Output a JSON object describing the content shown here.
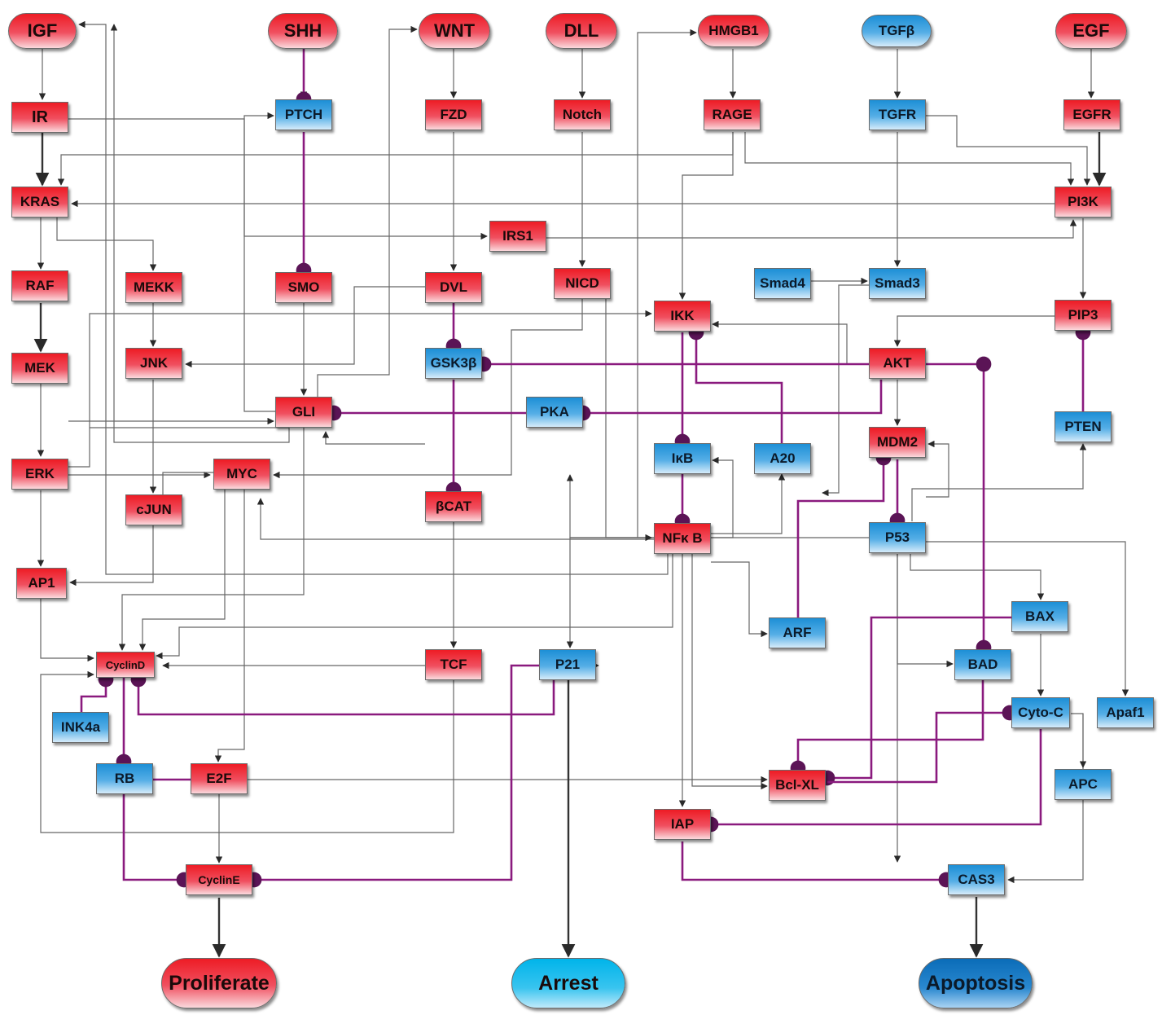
{
  "colors": {
    "activator": "#ee1c25",
    "inhibitor_node": "#1d8fd6",
    "edge": "#555555",
    "inhibition_edge": "#8a1a7e"
  },
  "nodes": [
    {
      "id": "IGF",
      "label": "IGF",
      "kind": "red"
    },
    {
      "id": "SHH",
      "label": "SHH",
      "kind": "red"
    },
    {
      "id": "WNT",
      "label": "WNT",
      "kind": "red"
    },
    {
      "id": "DLL",
      "label": "DLL",
      "kind": "red"
    },
    {
      "id": "HMGB1",
      "label": "HMGB1",
      "kind": "red"
    },
    {
      "id": "TGFB",
      "label": "TGFβ",
      "kind": "blue"
    },
    {
      "id": "EGF",
      "label": "EGF",
      "kind": "red"
    },
    {
      "id": "IR",
      "label": "IR",
      "kind": "red"
    },
    {
      "id": "PTCH",
      "label": "PTCH",
      "kind": "blue"
    },
    {
      "id": "FZD",
      "label": "FZD",
      "kind": "red"
    },
    {
      "id": "Notch",
      "label": "Notch",
      "kind": "red"
    },
    {
      "id": "RAGE",
      "label": "RAGE",
      "kind": "red"
    },
    {
      "id": "TGFR",
      "label": "TGFR",
      "kind": "blue"
    },
    {
      "id": "EGFR",
      "label": "EGFR",
      "kind": "red"
    },
    {
      "id": "KRAS",
      "label": "KRAS",
      "kind": "red"
    },
    {
      "id": "PI3K",
      "label": "PI3K",
      "kind": "red"
    },
    {
      "id": "IRS1",
      "label": "IRS1",
      "kind": "red"
    },
    {
      "id": "RAF",
      "label": "RAF",
      "kind": "red"
    },
    {
      "id": "MEKK",
      "label": "MEKK",
      "kind": "red"
    },
    {
      "id": "SMO",
      "label": "SMO",
      "kind": "red"
    },
    {
      "id": "DVL",
      "label": "DVL",
      "kind": "red"
    },
    {
      "id": "NICD",
      "label": "NICD",
      "kind": "red"
    },
    {
      "id": "Smad4",
      "label": "Smad4",
      "kind": "blue"
    },
    {
      "id": "Smad3",
      "label": "Smad3",
      "kind": "blue"
    },
    {
      "id": "IKK",
      "label": "IKK",
      "kind": "red"
    },
    {
      "id": "PIP3",
      "label": "PIP3",
      "kind": "red"
    },
    {
      "id": "MEK",
      "label": "MEK",
      "kind": "red"
    },
    {
      "id": "JNK",
      "label": "JNK",
      "kind": "red"
    },
    {
      "id": "GSK3B",
      "label": "GSK3β",
      "kind": "blue"
    },
    {
      "id": "AKT",
      "label": "AKT",
      "kind": "red"
    },
    {
      "id": "GLI",
      "label": "GLI",
      "kind": "red"
    },
    {
      "id": "PKA",
      "label": "PKA",
      "kind": "blue"
    },
    {
      "id": "PTEN",
      "label": "PTEN",
      "kind": "blue"
    },
    {
      "id": "IkB",
      "label": "IκB",
      "kind": "blue"
    },
    {
      "id": "A20",
      "label": "A20",
      "kind": "blue"
    },
    {
      "id": "MDM2",
      "label": "MDM2",
      "kind": "red"
    },
    {
      "id": "ERK",
      "label": "ERK",
      "kind": "red"
    },
    {
      "id": "MYC",
      "label": "MYC",
      "kind": "red"
    },
    {
      "id": "cJUN",
      "label": "cJUN",
      "kind": "red"
    },
    {
      "id": "BCAT",
      "label": "βCAT",
      "kind": "red"
    },
    {
      "id": "NFkB",
      "label": "NFκ B",
      "kind": "red"
    },
    {
      "id": "P53",
      "label": "P53",
      "kind": "blue"
    },
    {
      "id": "AP1",
      "label": "AP1",
      "kind": "red"
    },
    {
      "id": "BAX",
      "label": "BAX",
      "kind": "blue"
    },
    {
      "id": "ARF",
      "label": "ARF",
      "kind": "blue"
    },
    {
      "id": "CyclinD",
      "label": "CyclinD",
      "kind": "red"
    },
    {
      "id": "TCF",
      "label": "TCF",
      "kind": "red"
    },
    {
      "id": "P21",
      "label": "P21",
      "kind": "blue"
    },
    {
      "id": "BAD",
      "label": "BAD",
      "kind": "blue"
    },
    {
      "id": "INK4a",
      "label": "INK4a",
      "kind": "blue"
    },
    {
      "id": "CytoC",
      "label": "Cyto-C",
      "kind": "blue"
    },
    {
      "id": "Apaf1",
      "label": "Apaf1",
      "kind": "blue"
    },
    {
      "id": "RB",
      "label": "RB",
      "kind": "blue"
    },
    {
      "id": "E2F",
      "label": "E2F",
      "kind": "red"
    },
    {
      "id": "BclXL",
      "label": "Bcl-XL",
      "kind": "red"
    },
    {
      "id": "APC",
      "label": "APC",
      "kind": "blue"
    },
    {
      "id": "IAP",
      "label": "IAP",
      "kind": "red"
    },
    {
      "id": "CyclinE",
      "label": "CyclinE",
      "kind": "red"
    },
    {
      "id": "CAS3",
      "label": "CAS3",
      "kind": "blue"
    },
    {
      "id": "Proliferate",
      "label": "Proliferate",
      "kind": "red"
    },
    {
      "id": "Arrest",
      "label": "Arrest",
      "kind": "arrest"
    },
    {
      "id": "Apoptosis",
      "label": "Apoptosis",
      "kind": "apopt"
    }
  ]
}
